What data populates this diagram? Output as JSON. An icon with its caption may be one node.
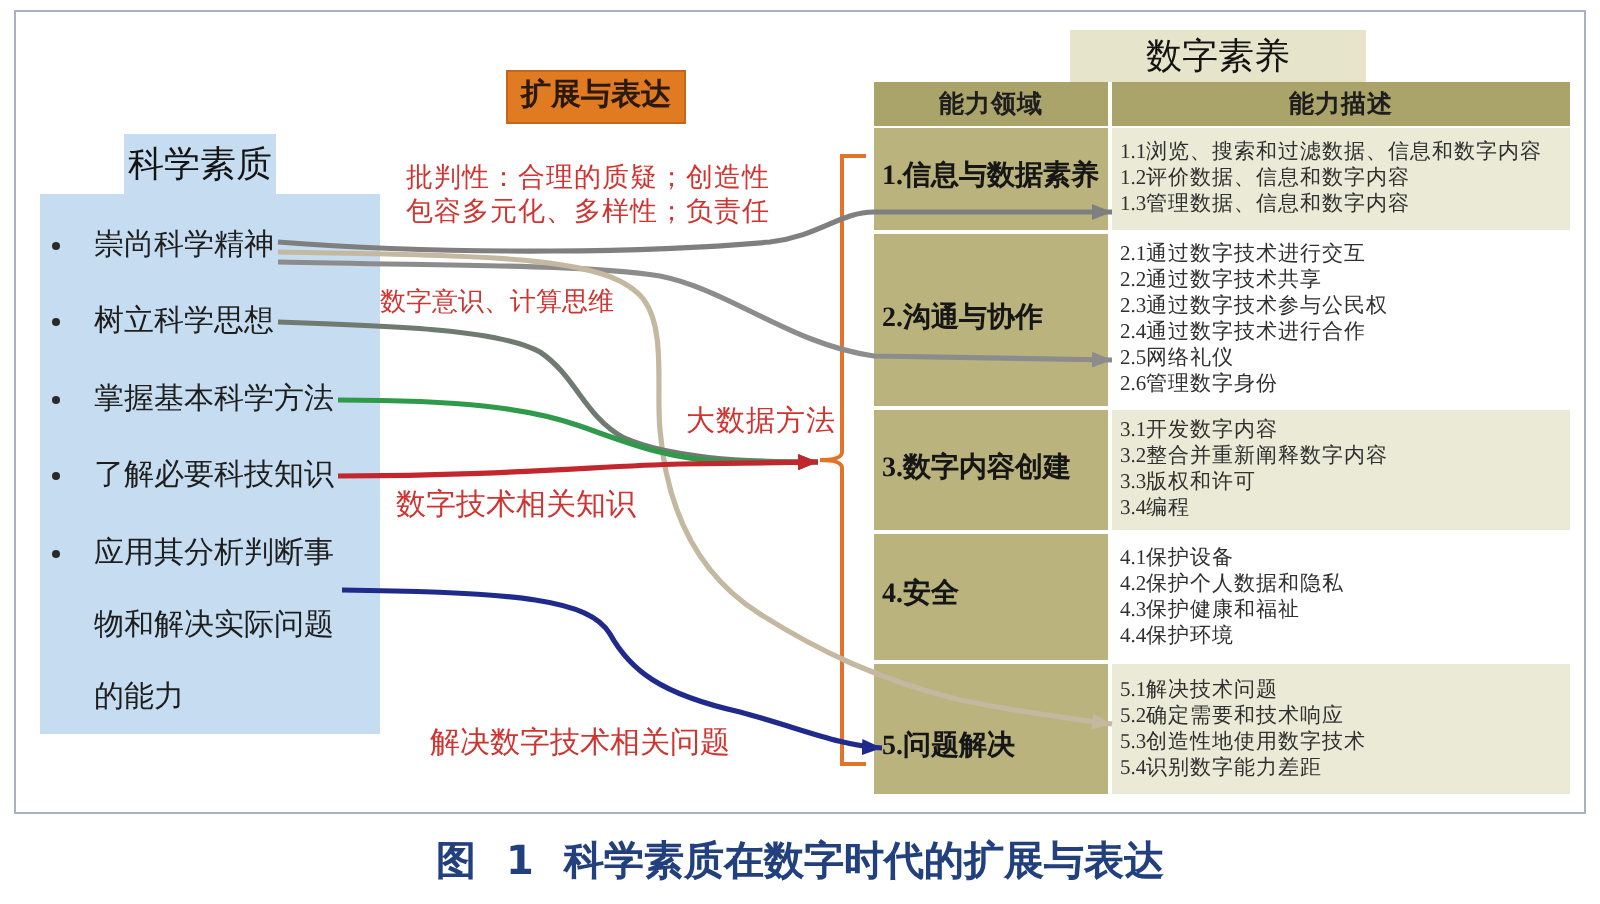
{
  "diagram": {
    "caption": "图 1 科学素质在数字时代的扩展与表达",
    "nodes": [
      {
        "text": [
          "科学素质"
        ]
      },
      {
        "text": [
          "崇尚科学精神"
        ],
        "in": 0
      },
      {
        "text": [
          "树立科学思想"
        ],
        "in": 0
      },
      {
        "text": [
          "掌握基本科学方法"
        ],
        "in": 0
      },
      {
        "text": [
          "了解必要科技知识"
        ],
        "in": 0
      },
      {
        "text": [
          "应用其分析判断事物和解决实际问题的能力"
        ],
        "in": 0
      },
      {
        "text": [
          "扩展与表达"
        ]
      },
      {
        "text": [
          "数字素养"
        ]
      },
      {
        "text": [
          "能力领域"
        ],
        "in": 7
      },
      {
        "text": [
          "能力描述"
        ],
        "in": 7
      },
      {
        "text": [
          "1.信息与数据素养"
        ],
        "in": 7
      },
      {
        "text": [
          "1.1浏览、搜索和过滤数据、信息和数字内容",
          "1.2评价数据、信息和数字内容",
          "1.3管理数据、信息和数字内容"
        ],
        "in": 7
      },
      {
        "text": [
          "2.沟通与协作"
        ],
        "in": 7
      },
      {
        "text": [
          "2.1通过数字技术进行交互",
          "2.2通过数字技术共享",
          "2.3通过数字技术参与公民权",
          "2.4通过数字技术进行合作",
          "2.5网络礼仪",
          "2.6管理数字身份"
        ],
        "in": 7
      },
      {
        "text": [
          "3.数字内容创建"
        ],
        "in": 7
      },
      {
        "text": [
          "3.1开发数字内容",
          "3.2整合并重新阐释数字内容",
          "3.3版权和许可",
          "3.4编程"
        ],
        "in": 7
      },
      {
        "text": [
          "4.安全"
        ],
        "in": 7
      },
      {
        "text": [
          "4.1保护设备",
          "4.2保护个人数据和隐私",
          "4.3保护健康和福祉",
          "4.4保护环境"
        ],
        "in": 7
      },
      {
        "text": [
          "5.问题解决"
        ],
        "in": 7
      },
      {
        "text": [
          "5.1解决技术问题",
          "5.2确定需要和技术响应",
          "5.3创造性地使用数字技术",
          "5.4识别数字能力差距"
        ],
        "in": 7
      }
    ],
    "edges": [
      {
        "from": 1,
        "to": 11,
        "arrow": "to",
        "label": "批判性：合理的质疑；创造性包容多元化、多样性；负责任",
        "color": "#7f7f7f"
      },
      {
        "from": 1,
        "to": 13,
        "arrow": "to",
        "color": "#8c8c8c"
      },
      {
        "from": 1,
        "to": 19,
        "arrow": "to",
        "color": "#c4b8a0"
      },
      {
        "from": 2,
        "to": 7,
        "arrow": "to",
        "label": "数字意识、计算思维",
        "color": "#6f7b70"
      },
      {
        "from": 3,
        "to": 7,
        "arrow": "to",
        "label": "大数据方法",
        "color": "#2f9a4a"
      },
      {
        "from": 4,
        "to": 7,
        "arrow": "to",
        "label": "数字技术相关知识",
        "color": "#c1272d"
      },
      {
        "from": 5,
        "to": 18,
        "arrow": "to",
        "label": "解决数字技术相关问题",
        "color": "#1f2a8a"
      }
    ]
  }
}
